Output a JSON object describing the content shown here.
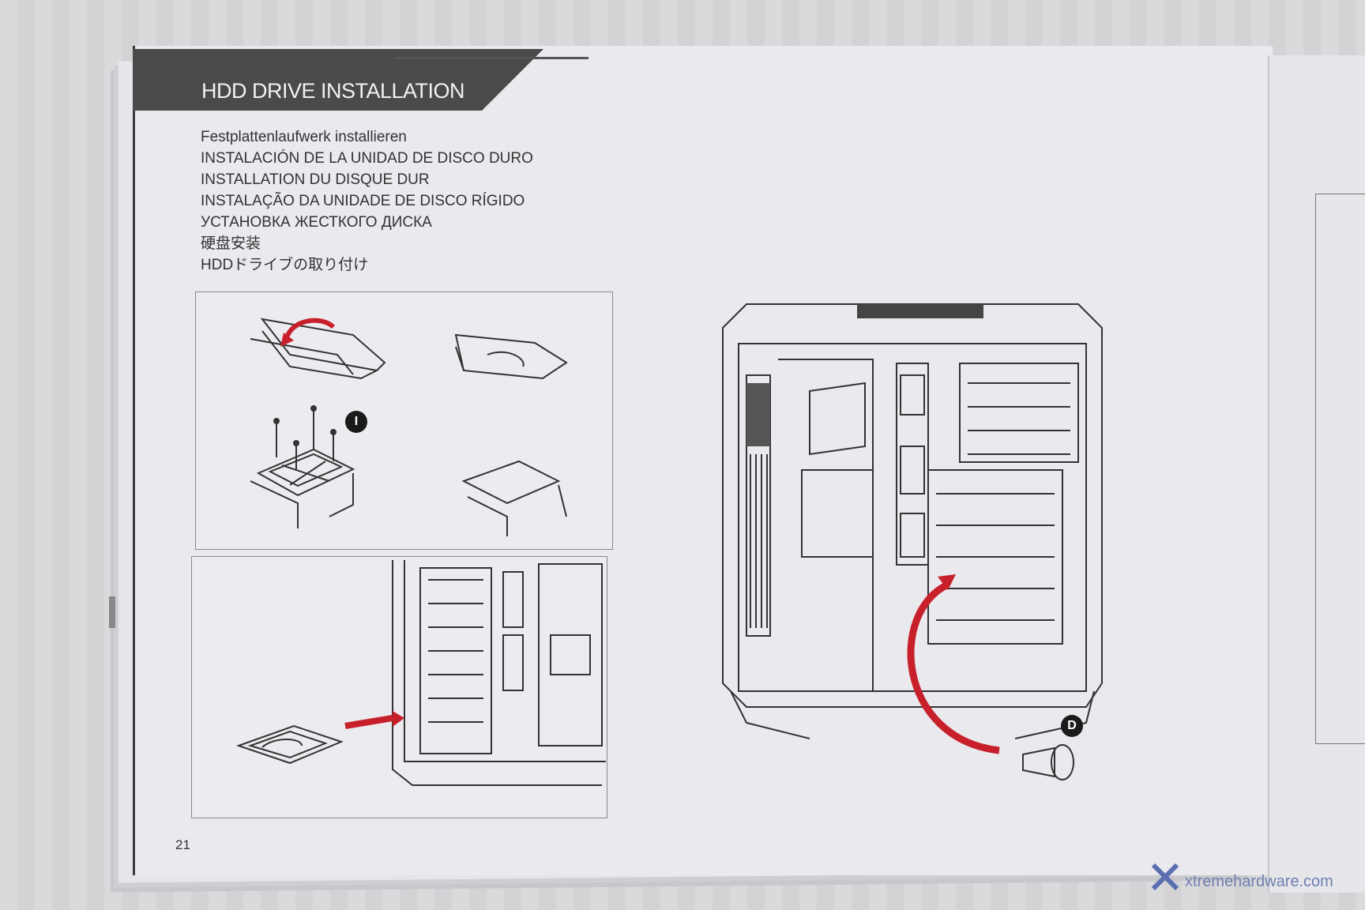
{
  "header": {
    "title": "HDD DRIVE INSTALLATION"
  },
  "subtitles": [
    "Festplattenlaufwerk installieren",
    "INSTALACIÓN DE LA UNIDAD DE DISCO DURO",
    "INSTALLATION DU DISQUE DUR",
    "INSTALAÇÃO DA UNIDADE DE DISCO RÍGIDO",
    "УСТАНОВКА ЖЕСТКОГО ДИСКА",
    "硬盘安装",
    "HDDドライブの取り付け"
  ],
  "steps": {
    "badge_1": "I",
    "badge_2": "D"
  },
  "page": {
    "number": "21"
  },
  "watermark": {
    "text": "xtremehardware.com"
  },
  "colors": {
    "accent": "#c8202a",
    "banner": "#4a4a4a",
    "ink": "#333333"
  }
}
